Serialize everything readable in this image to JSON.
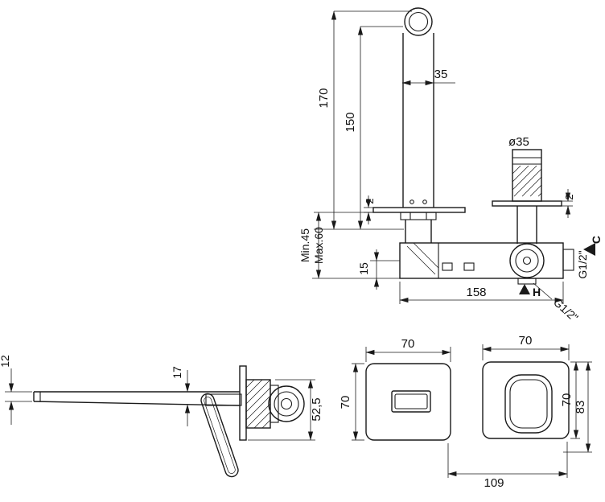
{
  "drawing": {
    "type": "technical-installation-drawing",
    "product": "wall-mounted single-lever basin mixer",
    "colors": {
      "line": "#1a1a1a",
      "background": "#ffffff"
    }
  },
  "front_view": {
    "dim_height_total": "170",
    "dim_height_spout": "150",
    "dim_spout_width": "35",
    "dim_cartridge_diameter": "ø35",
    "dim_depth_min": "Min.45",
    "dim_depth_max": "Max.60",
    "dim_plate_thickness_left": "2",
    "dim_plate_thickness_right": "2",
    "dim_offset_15": "15",
    "dim_body_length": "158",
    "thread_side": "G1/2\"",
    "thread_bottom": "G1/2\"",
    "hot_label": "H",
    "cold_label": "C"
  },
  "side_view": {
    "dim_spout_tip": "12",
    "dim_spout_root": "17",
    "dim_body_height": "52,5"
  },
  "trim_view": {
    "dim_spout_plate_width": "70",
    "dim_handle_plate_width": "70",
    "dim_spout_plate_height": "70",
    "dim_handle_plate_height": "70",
    "dim_total_height": "83",
    "dim_center_distance": "109"
  }
}
